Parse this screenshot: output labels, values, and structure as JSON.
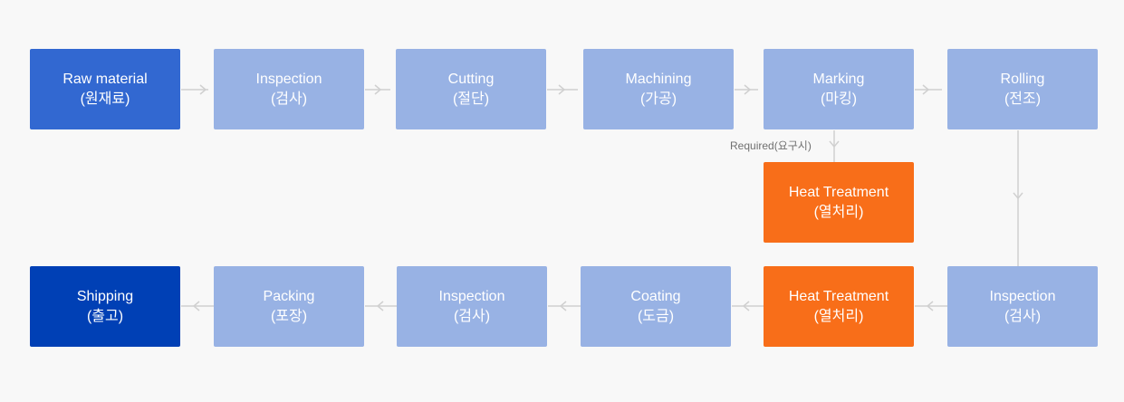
{
  "steps": {
    "raw": {
      "label": "Raw material",
      "sub": "(원재료)"
    },
    "inspection1": {
      "label": "Inspection",
      "sub": "(검사)"
    },
    "cutting": {
      "label": "Cutting",
      "sub": "(절단)"
    },
    "machining": {
      "label": "Machining",
      "sub": "(가공)"
    },
    "marking": {
      "label": "Marking",
      "sub": "(마킹)"
    },
    "rolling": {
      "label": "Rolling",
      "sub": "(전조)"
    },
    "heat_optional": {
      "label": "Heat Treatment",
      "sub": "(열처리)"
    },
    "inspection2": {
      "label": "Inspection",
      "sub": "(검사)"
    },
    "heat": {
      "label": "Heat Treatment",
      "sub": "(열처리)"
    },
    "coating": {
      "label": "Coating",
      "sub": "(도금)"
    },
    "inspection3": {
      "label": "Inspection",
      "sub": "(검사)"
    },
    "packing": {
      "label": "Packing",
      "sub": "(포장)"
    },
    "shipping": {
      "label": "Shipping",
      "sub": "(출고)"
    }
  },
  "note": "Required(요구시)",
  "colors": {
    "start": "#3268d1",
    "step": "#98b2e4",
    "heat": "#f86e19",
    "end": "#0040b5",
    "connector": "#d0d0d0"
  }
}
